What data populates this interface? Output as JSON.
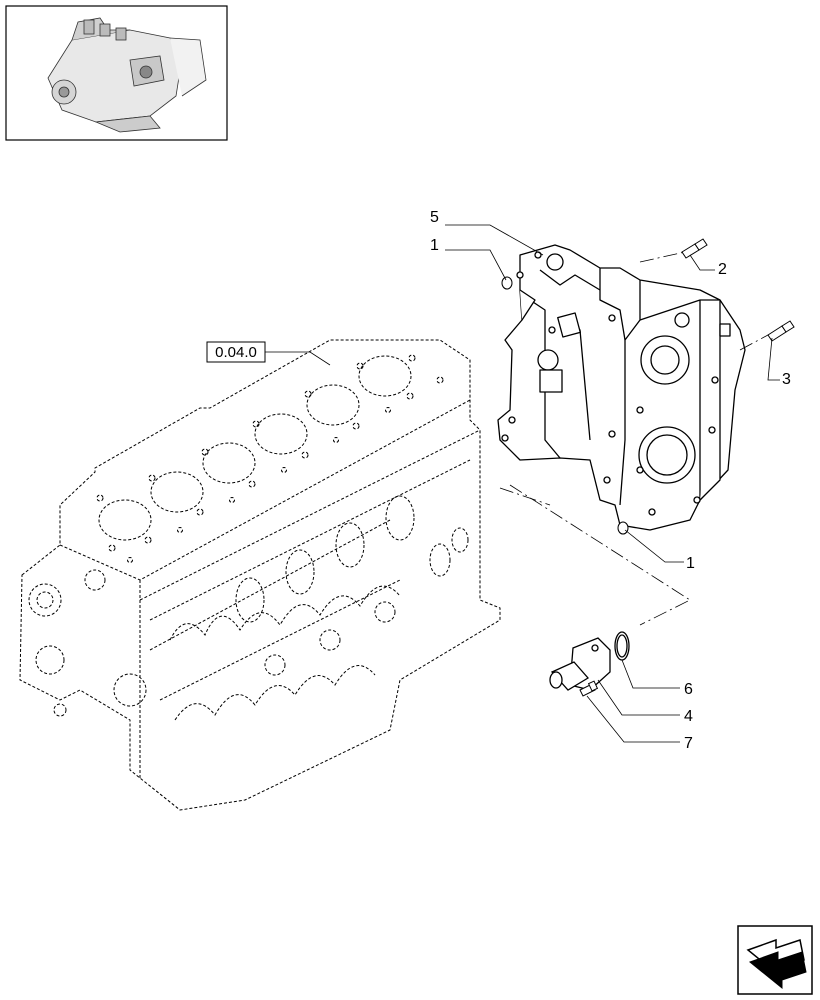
{
  "reference_label": "0.04.0",
  "callouts": {
    "c1_top": "1",
    "c1_bottom": "1",
    "c2": "2",
    "c3": "3",
    "c4": "4",
    "c5": "5",
    "c6": "6",
    "c7": "7"
  },
  "icons": [
    "engine-thumbnail-icon",
    "next-page-arrow-icon"
  ]
}
